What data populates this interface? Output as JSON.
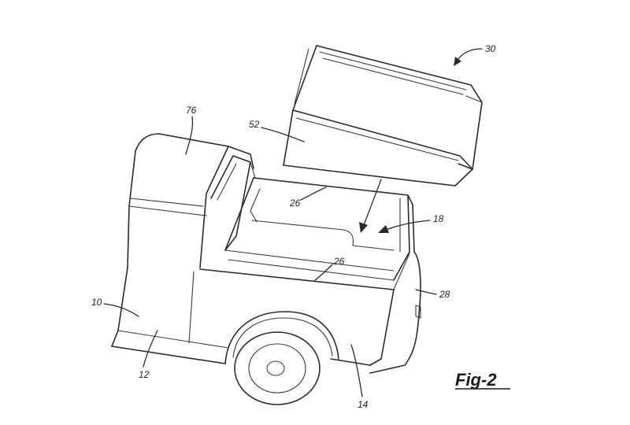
{
  "figure": {
    "caption": "Fig-2"
  },
  "labels": {
    "ref_10": "10",
    "ref_12": "12",
    "ref_14": "14",
    "ref_18": "18",
    "ref_26_upper": "26",
    "ref_26_lower": "26",
    "ref_28": "28",
    "ref_30": "30",
    "ref_52": "52",
    "ref_76": "76"
  }
}
